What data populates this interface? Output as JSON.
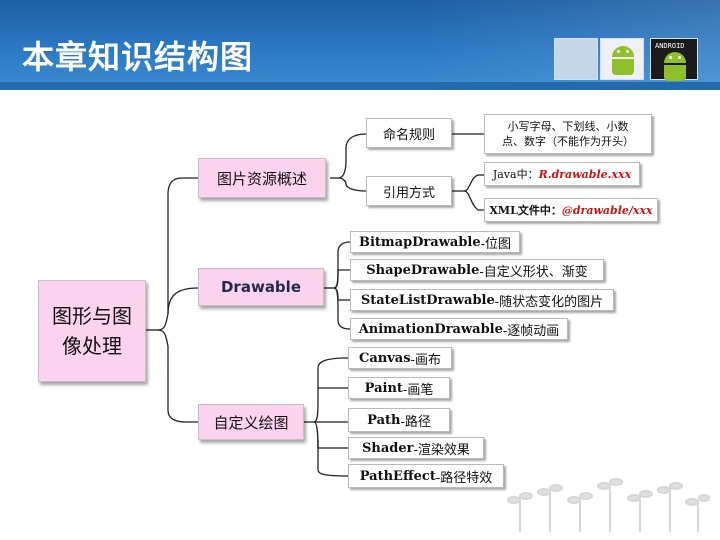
{
  "header": {
    "title": "本章知识结构图",
    "thumb_dark_label": "ANDROID",
    "colors": {
      "banner": "#2c79c4",
      "node_fill": "#fbd3ee",
      "accent_red": "#cc1111"
    }
  },
  "mindmap": {
    "root": {
      "line1": "图形与图",
      "line2": "像处理"
    },
    "branches": [
      {
        "label": "图片资源概述",
        "children": [
          {
            "label": "命名规则",
            "leaves": [
              {
                "line1": "小写字母、下划线、小数",
                "line2": "点、数字（不能作为开头）"
              }
            ]
          },
          {
            "label": "引用方式",
            "leaves": [
              {
                "prefix": "Java中：",
                "value": "R.drawable.xxx"
              },
              {
                "prefix": "XML文件中：",
                "value": "@drawable/xxx"
              }
            ]
          }
        ]
      },
      {
        "label": "Drawable",
        "children": [
          {
            "name": "BitmapDrawable",
            "desc": "-位图"
          },
          {
            "name": "ShapeDrawable",
            "desc": "-自定义形状、渐变"
          },
          {
            "name": "StateListDrawable",
            "desc": "-随状态变化的图片"
          },
          {
            "name": "AnimationDrawable",
            "desc": "-逐帧动画"
          }
        ]
      },
      {
        "label": "自定义绘图",
        "children": [
          {
            "name": "Canvas",
            "desc": "-画布"
          },
          {
            "name": "Paint",
            "desc": "-画笔"
          },
          {
            "name": "Path",
            "desc": "-路径"
          },
          {
            "name": "Shader",
            "desc": "-渲染效果"
          },
          {
            "name": "PathEffect",
            "desc": "-路径特效"
          }
        ]
      }
    ]
  }
}
